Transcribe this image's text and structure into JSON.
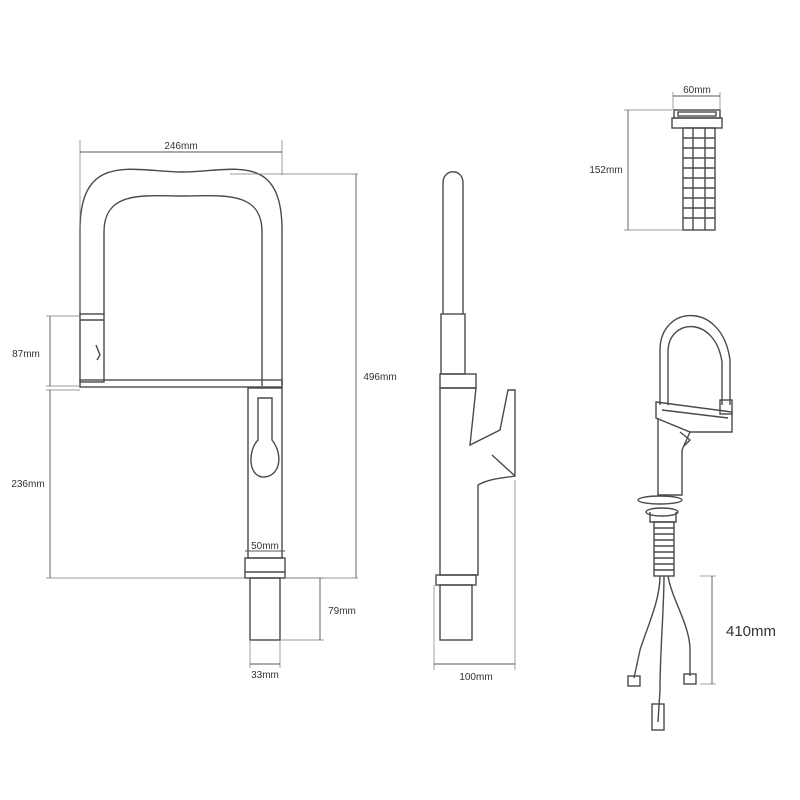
{
  "front_view": {
    "width_label": "246mm",
    "height_total_label": "496mm",
    "head_height_label": "87mm",
    "body_height_label": "236mm",
    "base_label": "50mm",
    "shank_height_label": "79mm",
    "shank_width_label": "33mm"
  },
  "side_view": {
    "base_width_label": "100mm"
  },
  "filter_view": {
    "width_label": "60mm",
    "height_label": "152mm"
  },
  "hose_view": {
    "hose_length_label": "410mm"
  }
}
